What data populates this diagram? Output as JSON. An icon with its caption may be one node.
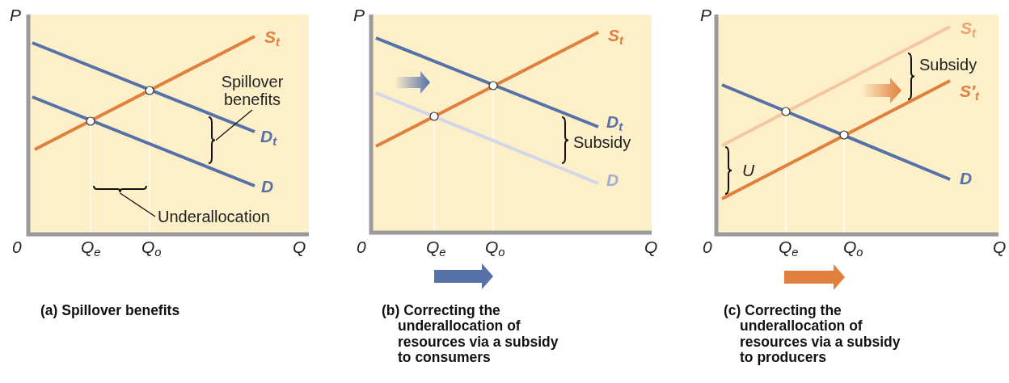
{
  "diagram": {
    "nodes": [
      {
        "text": [
          "Spillover benefits"
        ]
      },
      {
        "text": [],
        "shape": "brace"
      },
      {
        "text": [
          "Underallocation"
        ]
      },
      {
        "text": [],
        "shape": "brace"
      }
    ],
    "edges": [
      {
        "from": 0,
        "to": 1,
        "arrow": "none"
      },
      {
        "from": 2,
        "to": 3,
        "arrow": "none"
      }
    ],
    "labels": [
      "P",
      "S$_{t}$",
      "D$_{t}$",
      "D",
      "0",
      "Q$_{e}$",
      "Q$_{o}$",
      "Q",
      "(a) Spillover benefits",
      "P",
      "S$_{t}$",
      "D$_{t}$",
      "Subsidy",
      "D",
      "0",
      "Q$_{e}$",
      "Q$_{o}$",
      "Q",
      "(b) Correcting the underallocation of resources via a subsidy to consumers",
      "P",
      "S$_{t}$",
      "Subsidy",
      "S′$_{t}$",
      "U",
      "D",
      "0",
      "Q$_{e}$",
      "Q$_{o}$",
      "Q",
      "(c) Correcting the underallocation of resources via a subsidy to producers"
    ]
  }
}
